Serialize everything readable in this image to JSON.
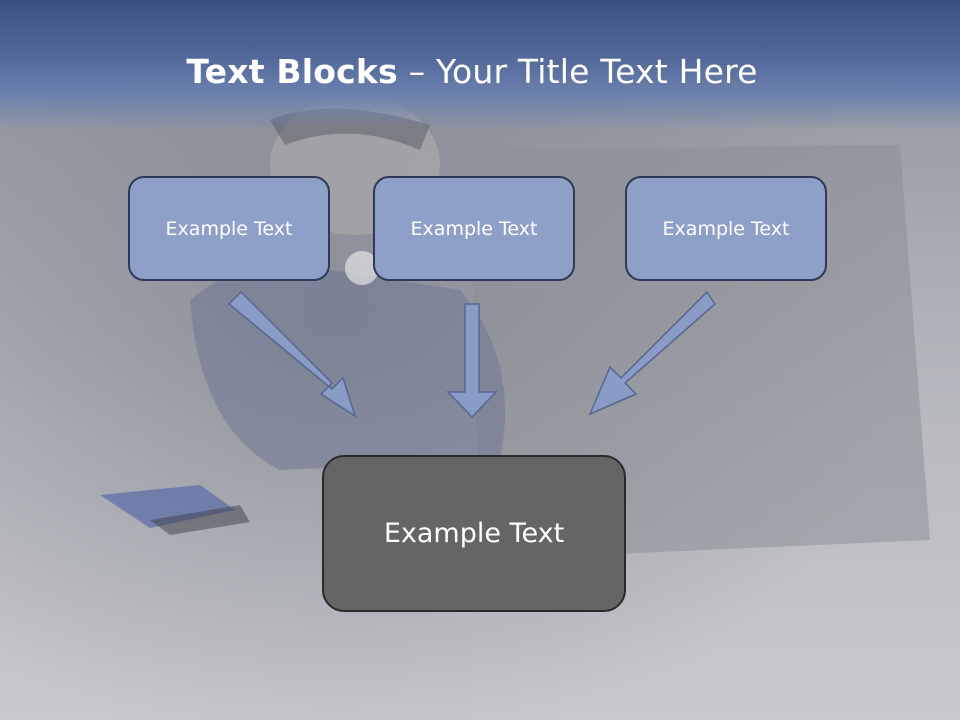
{
  "title": {
    "bold_part": "Text Blocks",
    "rest_part": " – Your Title Text Here"
  },
  "blocks": [
    {
      "label": "Example Text"
    },
    {
      "label": "Example Text"
    },
    {
      "label": "Example Text"
    }
  ],
  "target_block": {
    "label": "Example Text"
  },
  "colors": {
    "title_band": "#3c5180",
    "small_block_fill": "#8e9fc8",
    "small_block_border": "#2e3a58",
    "target_block_fill": "#656565",
    "arrow_fill": "#8a9cc6",
    "arrow_stroke": "#56668f"
  }
}
